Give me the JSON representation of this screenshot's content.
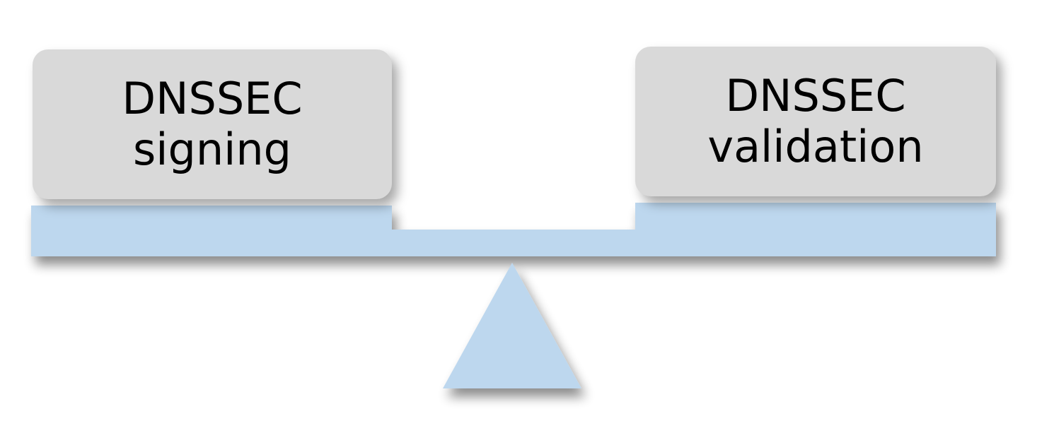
{
  "diagram": {
    "left_box": {
      "line1": "DNSSEC",
      "line2": "signing"
    },
    "right_box": {
      "line1": "DNSSEC",
      "line2": "validation"
    },
    "colors": {
      "box_fill": "#d9d9d9",
      "beam_fill": "#bdd7ee",
      "text": "#000000"
    }
  }
}
